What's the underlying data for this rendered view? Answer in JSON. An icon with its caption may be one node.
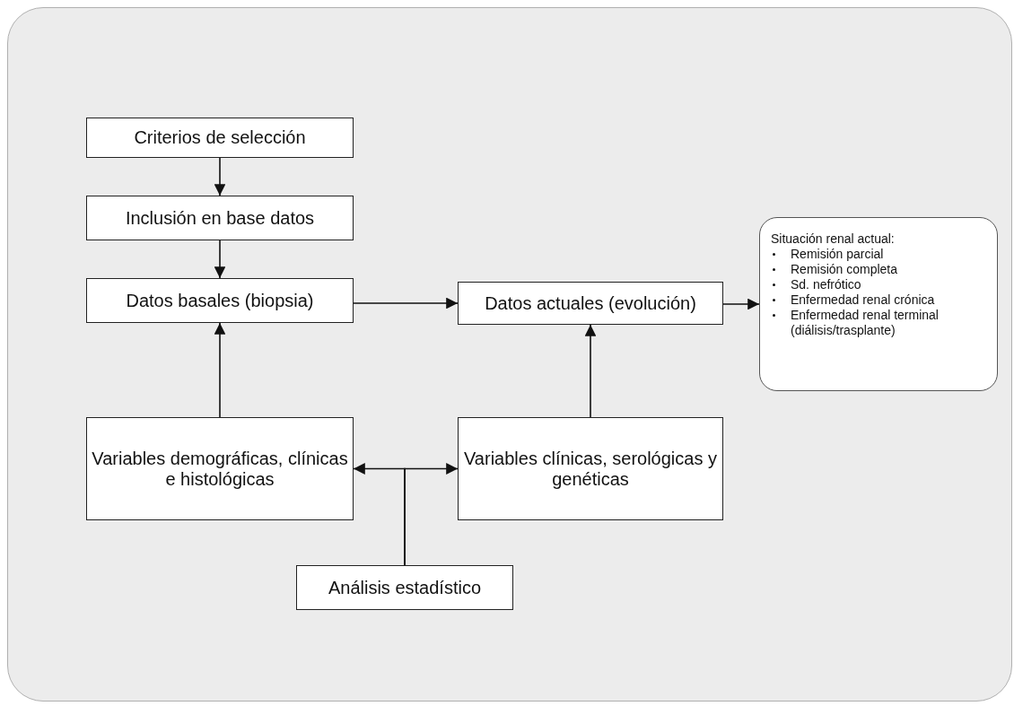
{
  "diagram": {
    "nodes": [
      {
        "text": [
          "Criterios de selección"
        ]
      },
      {
        "text": [
          "Inclusión en base datos"
        ]
      },
      {
        "text": [
          "Datos basales (biopsia)"
        ]
      },
      {
        "text": [
          "Datos actuales (evolución)"
        ]
      },
      {
        "text": [
          "Situación renal actual:",
          "Remisión parcial",
          "Remisión completa",
          "Sd. nefrótico",
          "Enfermedad renal crónica",
          "Enfermedad renal terminal (diálisis/trasplante)"
        ]
      },
      {
        "text": [
          "Variables demográficas, clínicas e histológicas"
        ]
      },
      {
        "text": [
          "Variables clínicas, serológicas y genéticas"
        ]
      },
      {
        "text": [
          "Análisis estadístico"
        ]
      }
    ],
    "edges": [
      {
        "from": 0,
        "to": 1,
        "arrow": "to"
      },
      {
        "from": 1,
        "to": 2,
        "arrow": "to"
      },
      {
        "from": 2,
        "to": 3,
        "arrow": "to"
      },
      {
        "from": 3,
        "to": 4,
        "arrow": "to"
      },
      {
        "from": 5,
        "to": 2,
        "arrow": "to"
      },
      {
        "from": 6,
        "to": 3,
        "arrow": "to"
      },
      {
        "from": 7,
        "to": 5,
        "arrow": "to"
      },
      {
        "from": 7,
        "to": 6,
        "arrow": "to"
      }
    ]
  }
}
